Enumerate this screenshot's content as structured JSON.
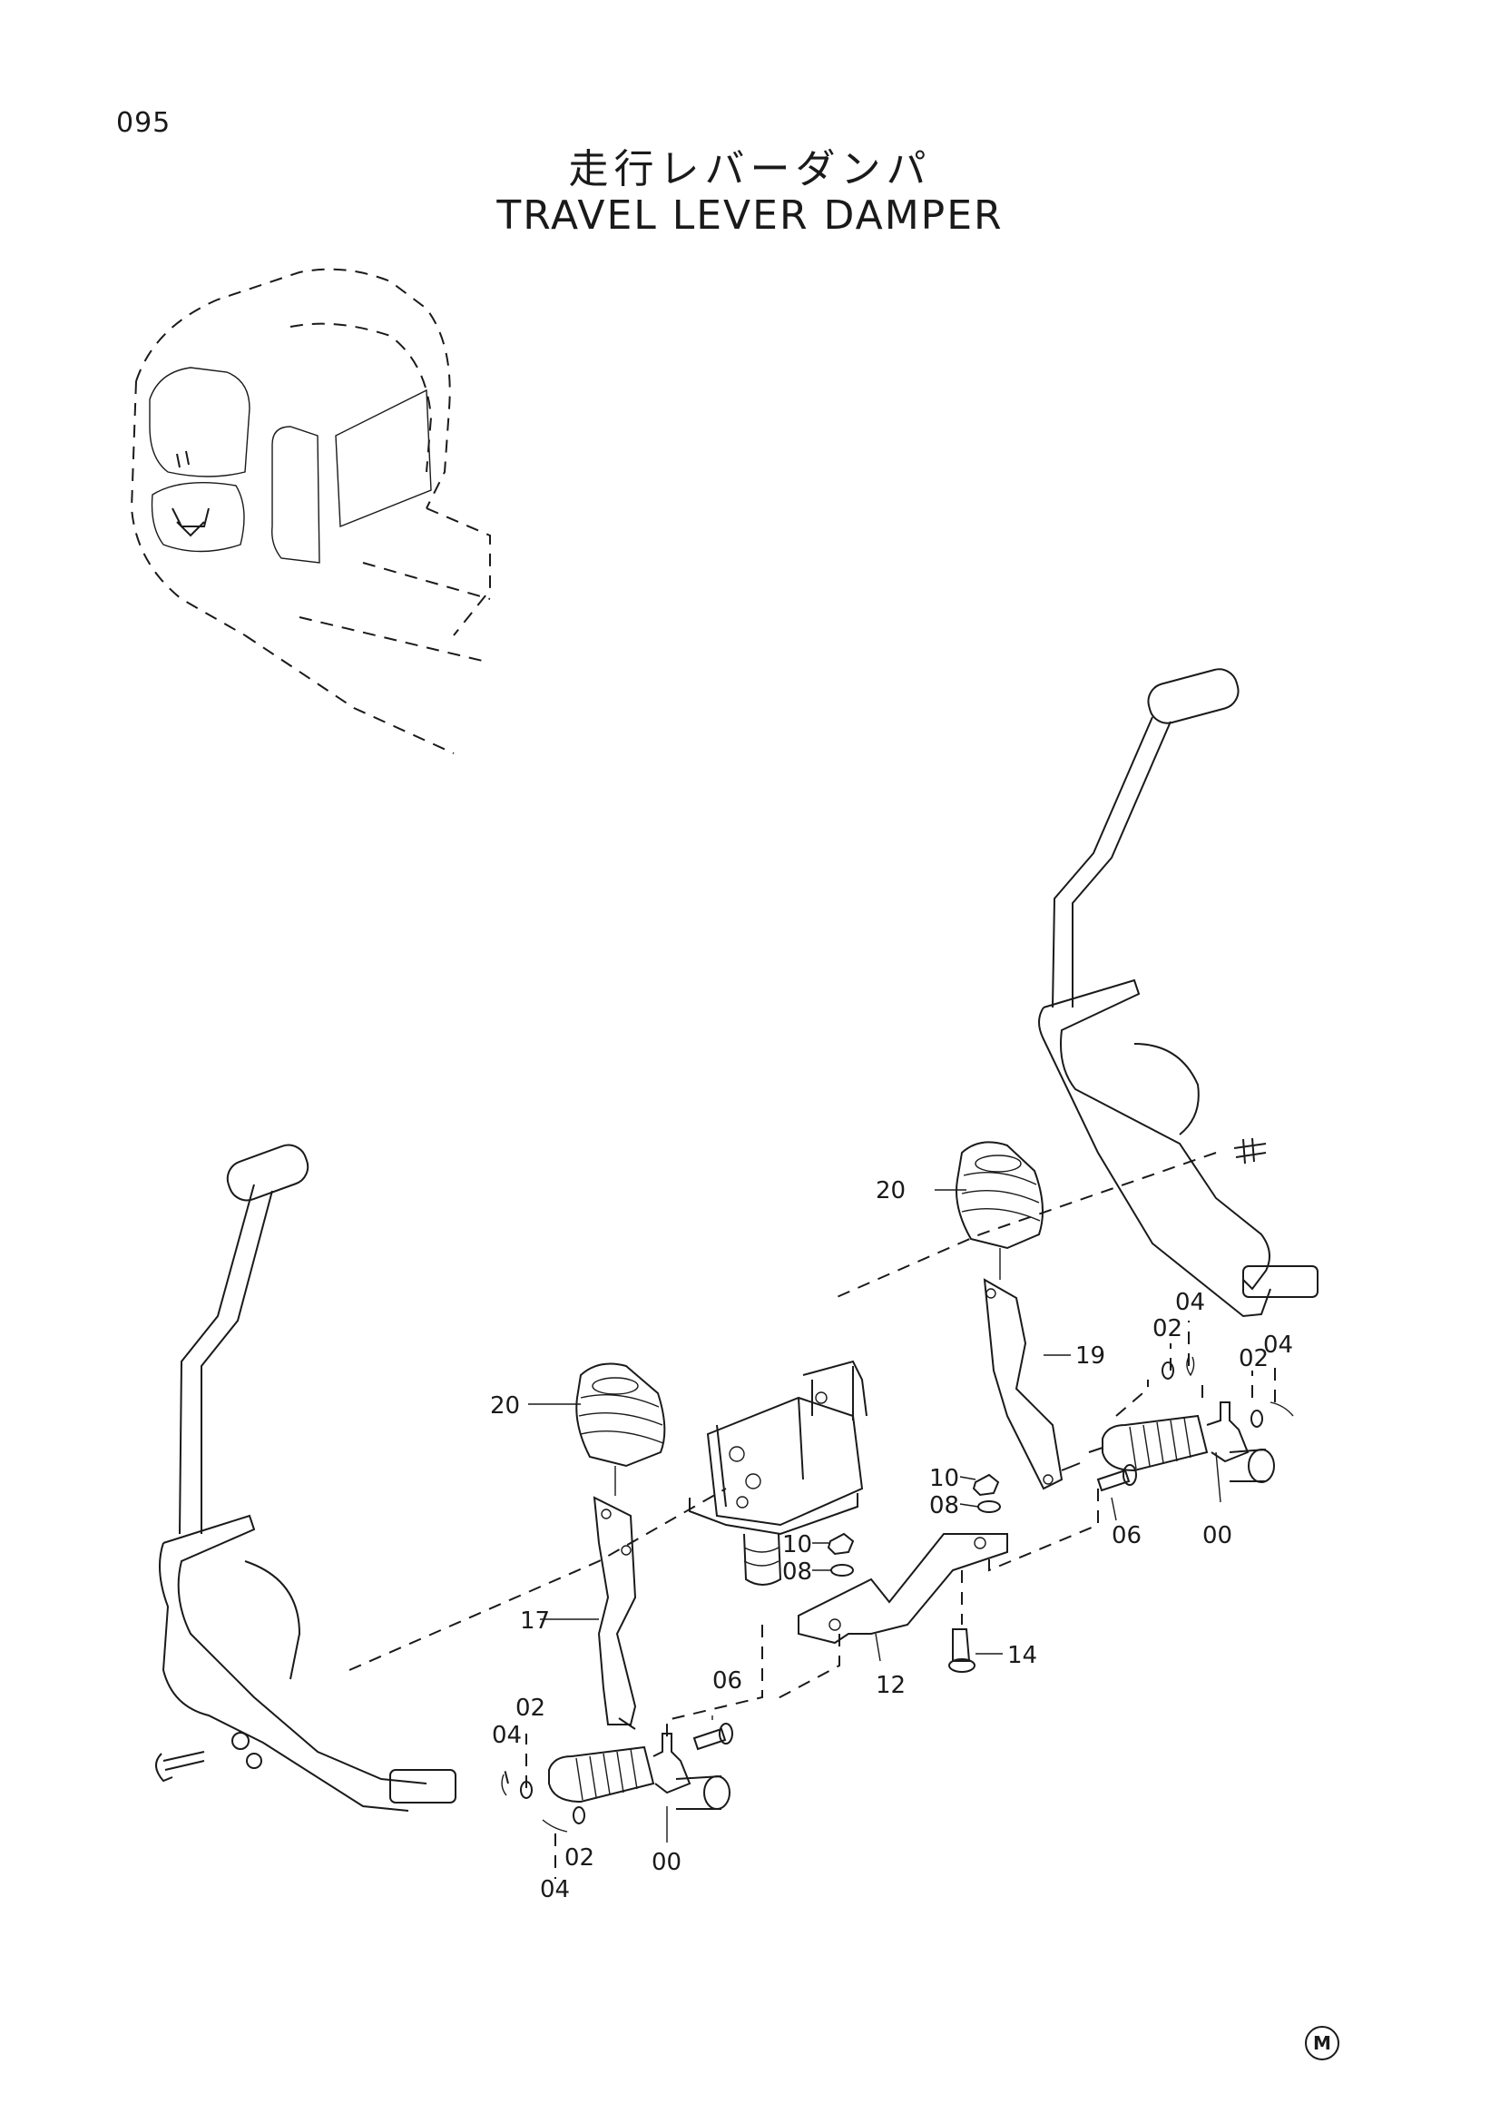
{
  "header": {
    "page_number": "095",
    "title_jp": "走行レバーダンパ",
    "title_en": "TRAVEL LEVER DAMPER"
  },
  "callouts": {
    "c20a": "20",
    "c20b": "20",
    "c19": "19",
    "c17": "17",
    "c12": "12",
    "c14": "14",
    "c10a": "10",
    "c10b": "10",
    "c08a": "08",
    "c08b": "08",
    "c06a": "06",
    "c06b": "06",
    "c00a": "00",
    "c00b": "00",
    "c02a": "02",
    "c02b": "02",
    "c02c": "02",
    "c02d": "02",
    "c04a": "04",
    "c04b": "04",
    "c04c": "04",
    "c04d": "04"
  },
  "footer": {
    "mark": "M"
  }
}
